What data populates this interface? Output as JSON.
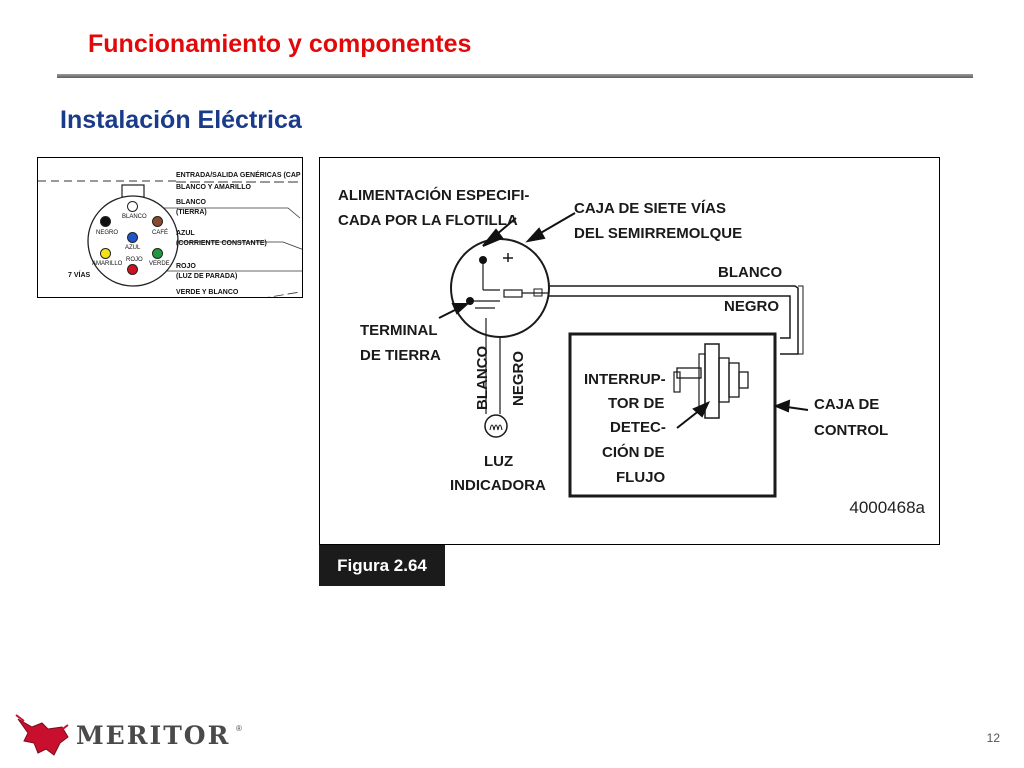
{
  "header": {
    "title": "Funcionamiento y componentes",
    "subtitle": "Instalación Eléctrica"
  },
  "connector_diagram": {
    "heading": "ENTRADA/SALIDA GENÉRICAS (CAP",
    "wires": [
      {
        "label": "BLANCO Y AMARILLO"
      },
      {
        "label": "BLANCO",
        "note": "(TIERRA)"
      },
      {
        "label": "AZUL",
        "note": "(CORRIENTE CONSTANTE)"
      },
      {
        "label": "ROJO",
        "note": "(LUZ DE PARADA)"
      },
      {
        "label": "VERDE Y BLANCO"
      }
    ],
    "connector_label": "7 VÍAS",
    "pins": {
      "blanco": {
        "label": "BLANCO",
        "color": "#ffffff"
      },
      "negro": {
        "label": "NEGRO",
        "color": "#111111"
      },
      "cafe": {
        "label": "CAFÉ",
        "color": "#8b4a2b"
      },
      "azul": {
        "label": "AZUL",
        "color": "#1f55c4"
      },
      "amarillo": {
        "label": "AMARILLO",
        "color": "#f2e21a"
      },
      "rojo": {
        "label": "ROJO",
        "color": "#c8141e"
      },
      "verde": {
        "label": "VERDE",
        "color": "#1f9a3c"
      }
    }
  },
  "figure": {
    "power_label_1": "ALIMENTACIÓN ESPECIFI-",
    "power_label_2": "CADA POR LA FLOTILLA",
    "box7_label_1": "CAJA DE SIETE VÍAS",
    "box7_label_2": "DEL SEMIRREMOLQUE",
    "wire_blanco": "BLANCO",
    "wire_negro": "NEGRO",
    "terminal_1": "TERMINAL",
    "terminal_2": "DE TIERRA",
    "vert_blanco": "BLANCO",
    "vert_negro": "NEGRO",
    "switch_1": "INTERRUP-",
    "switch_2": "TOR DE",
    "switch_3": "DETEC-",
    "switch_4": "CIÓN DE",
    "switch_5": "FLUJO",
    "control_1": "CAJA DE",
    "control_2": "CONTROL",
    "lamp_1": "LUZ",
    "lamp_2": "INDICADORA",
    "code": "4000468a",
    "caption": "Figura 2.64"
  },
  "footer": {
    "brand": "MERITOR",
    "reg": "®",
    "page": "12"
  },
  "colors": {
    "title": "#e10a0a",
    "subtitle": "#1a3a8a",
    "brand_red": "#c8102e"
  }
}
